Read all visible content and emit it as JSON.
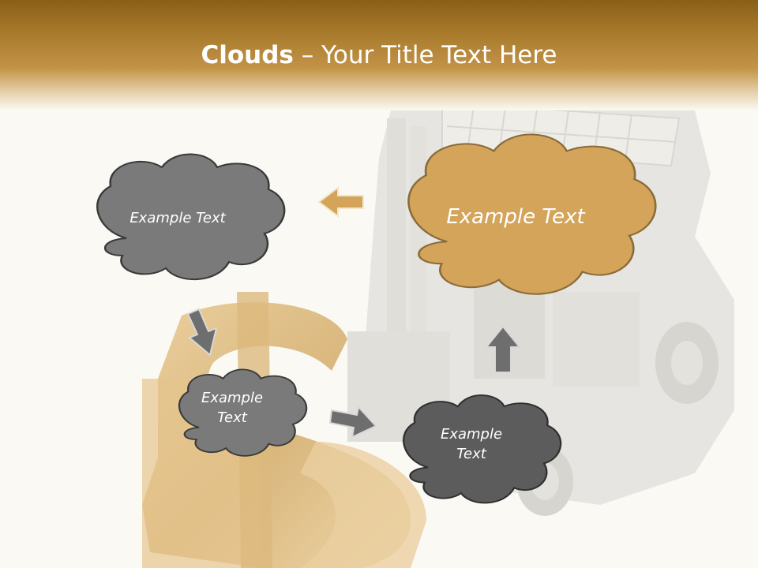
{
  "title": {
    "bold": "Clouds",
    "dash": " – ",
    "rest": "Your Title Text Here"
  },
  "clouds": {
    "top_left": "Example Text",
    "top_right": "Example Text",
    "middle": "Example\nText",
    "bottom_right": "Example\nText"
  },
  "colors": {
    "header_dark": "#8a5f18",
    "header_light": "#c39447",
    "cloud_gold": "#d4a45a",
    "cloud_gray": "#7a7a7a",
    "cloud_dark": "#5c5c5c",
    "arrow_gold": "#d4a45a",
    "arrow_gray": "#6e6e6e"
  },
  "icons": [
    "cloud-shape",
    "arrow-left-icon",
    "arrow-down-icon",
    "arrow-right-icon",
    "arrow-up-icon"
  ]
}
